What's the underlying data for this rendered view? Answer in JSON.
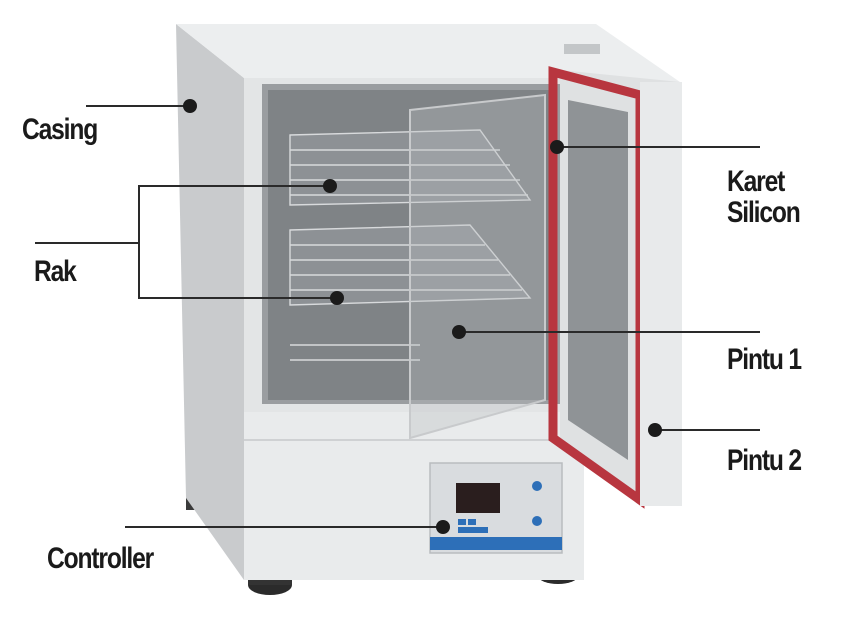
{
  "diagram": {
    "subject": "laboratory incubator",
    "colors": {
      "background": "#ffffff",
      "casing": "#e6e7e8",
      "casing_shadow": "#c9cbcd",
      "door_gasket": "#b8363f",
      "glass": "#8e9194",
      "panel_blue": "#2d6fb8",
      "display": "#2a1e1e",
      "label_text": "#1a1a1a",
      "leader_line": "#2a2a2a"
    },
    "labels": [
      {
        "id": "casing",
        "text": "Casing"
      },
      {
        "id": "rak",
        "text": "Rak"
      },
      {
        "id": "karet-silicon",
        "lines": [
          "Karet",
          "Silicon"
        ]
      },
      {
        "id": "pintu-1",
        "text": "Pintu 1"
      },
      {
        "id": "pintu-2",
        "text": "Pintu 2"
      },
      {
        "id": "controller",
        "text": "Controller"
      }
    ]
  }
}
